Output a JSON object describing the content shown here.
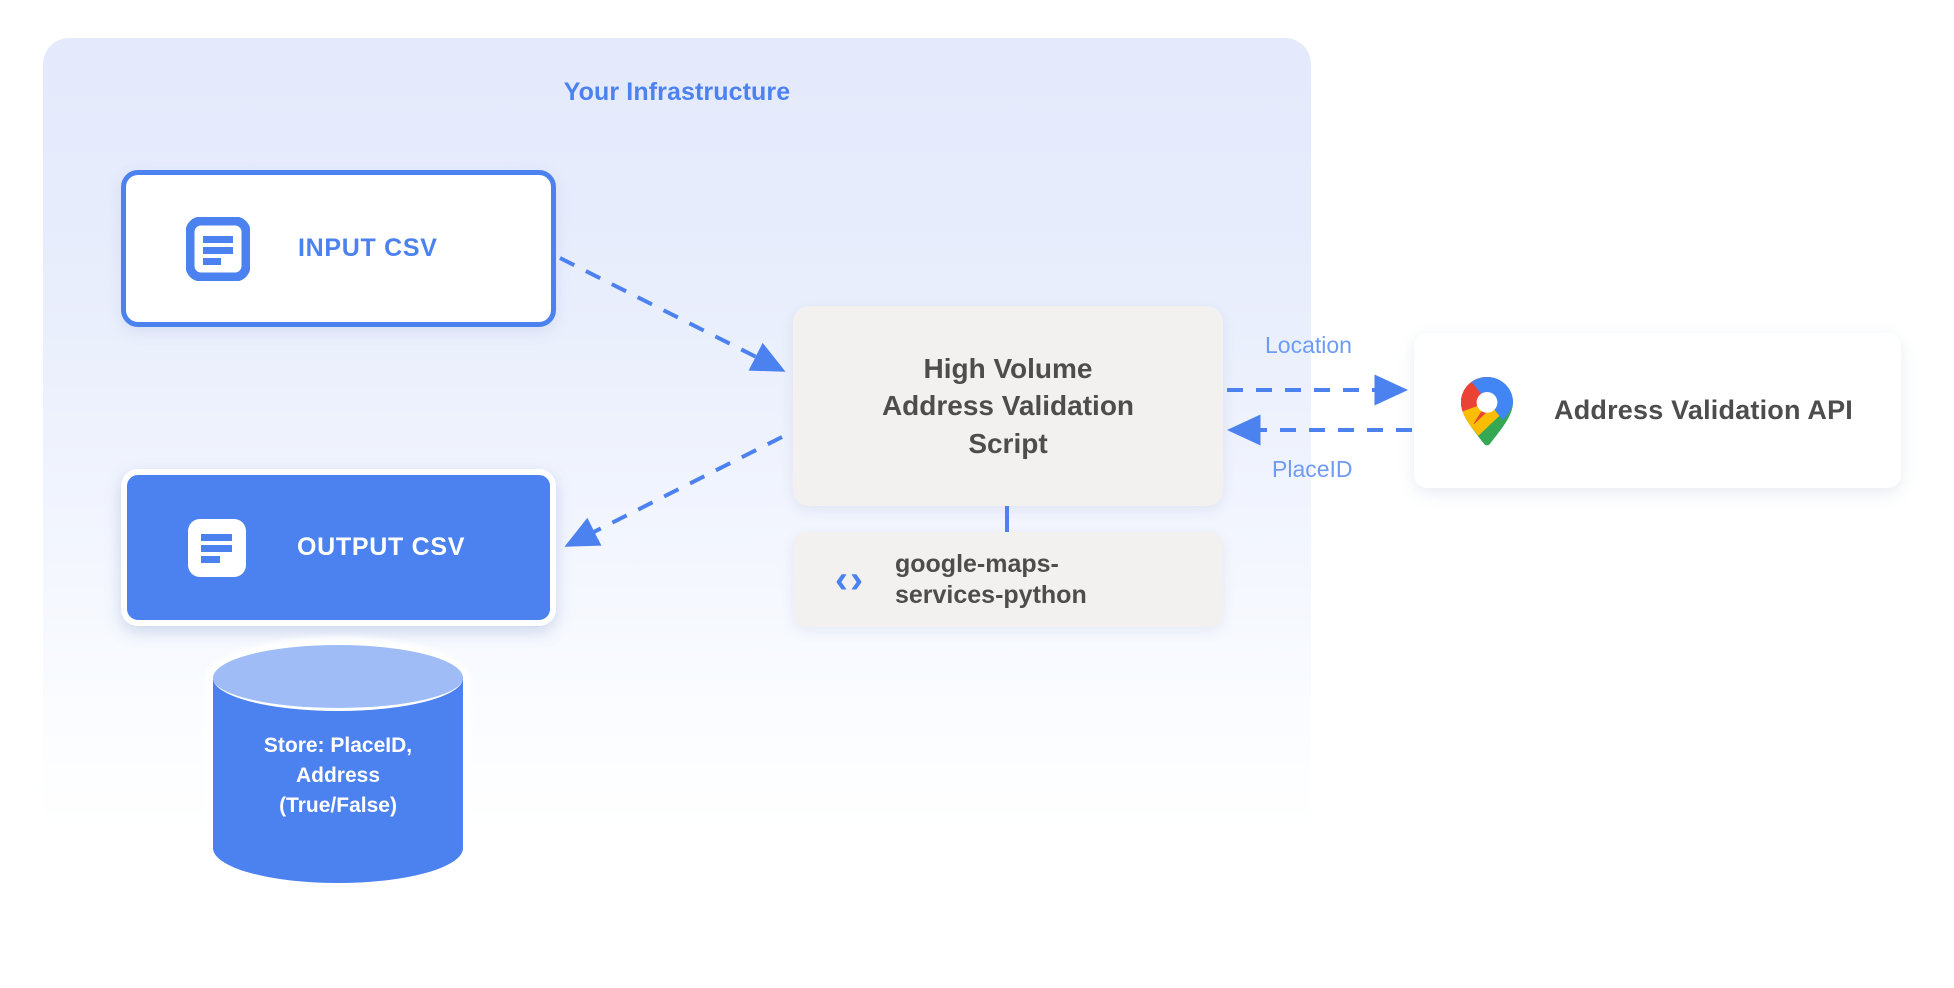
{
  "diagram": {
    "panel": {
      "title": "Your Infrastructure",
      "accent_color": "#4c82ef"
    },
    "nodes": {
      "input_csv": {
        "label": "INPUT CSV",
        "icon": "document-icon",
        "fill": "#ffffff",
        "border": "#4c82ef"
      },
      "output_csv": {
        "label": "OUTPUT CSV",
        "icon": "document-icon",
        "fill": "#4c82ef",
        "border": "#ffffff"
      },
      "script": {
        "line1": "High Volume",
        "line2": "Address Validation",
        "line3": "Script",
        "fill": "#f2f1ef"
      },
      "library": {
        "icon": "code-brackets-icon",
        "icon_glyph": "‹›",
        "line1": "google-maps-",
        "line2": "services-python",
        "fill": "#f2f1ef"
      },
      "api": {
        "label": "Address Validation API",
        "icon": "google-maps-pin-icon",
        "fill": "#ffffff"
      },
      "database": {
        "line1": "Store: PlaceID,",
        "line2": "Address",
        "line3": "(True/False)",
        "fill": "#4c82ef",
        "top_fill": "#9fbcf6"
      }
    },
    "edges": [
      {
        "name": "input-to-script",
        "label": "",
        "style": "dashed",
        "color": "#4c82ef",
        "direction": "down-right"
      },
      {
        "name": "script-to-output",
        "label": "",
        "style": "dashed",
        "color": "#4c82ef",
        "direction": "down-left"
      },
      {
        "name": "script-to-api",
        "label": "Location",
        "style": "dashed",
        "color": "#4c82ef",
        "direction": "right"
      },
      {
        "name": "api-to-script",
        "label": "PlaceID",
        "style": "dashed",
        "color": "#4c82ef",
        "direction": "left"
      },
      {
        "name": "script-to-library",
        "label": "",
        "style": "solid",
        "color": "#4c82ef",
        "direction": "down"
      }
    ]
  }
}
